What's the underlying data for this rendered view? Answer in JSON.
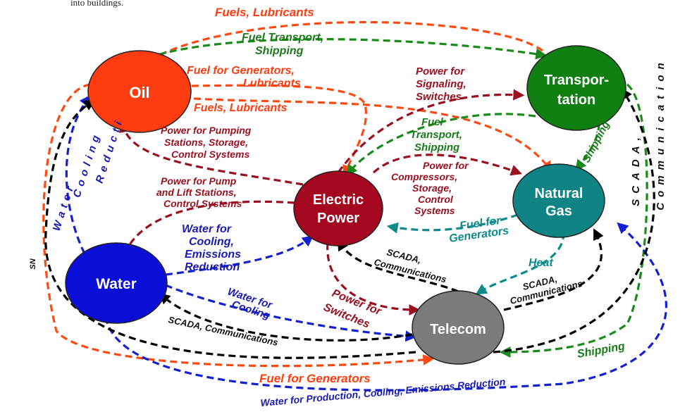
{
  "header_fragment": "into buildings.",
  "colors": {
    "oil": "#ff3b10",
    "transportation": "#0f7f12",
    "natural_gas": "#108484",
    "electric": "#a3061e",
    "water": "#0a0ed6",
    "telecom": "#7b7b7b",
    "oil_line": "#ff4a12",
    "green_line": "#1a8a1a",
    "teal_line": "#0f8a8a",
    "maroon_line": "#9a1020",
    "blue_line": "#1220d0",
    "black_line": "#000000"
  },
  "nodes": {
    "oil": "Oil",
    "transportation_line1": "Transpor-",
    "transportation_line2": "tation",
    "natural_gas_line1": "Natural",
    "natural_gas_line2": "Gas",
    "electric_line1": "Electric",
    "electric_line2": "Power",
    "water": "Water",
    "telecom": "Telecom"
  },
  "labels": {
    "fuels_lubricants_top": "Fuels, Lubricants",
    "fuel_transport_shipping_1": "Fuel Transport,",
    "fuel_transport_shipping_2": "Shipping",
    "fuel_generators_lubricants_1": "Fuel for Generators,",
    "fuel_generators_lubricants_2": "Lubricants",
    "power_signaling_1": "Power for",
    "power_signaling_2": "Signaling,",
    "power_signaling_3": "Switches",
    "fuels_lubricants_mid": "Fuels, Lubricants",
    "power_pumping_1": "Power for Pumping",
    "power_pumping_2": "Stations, Storage,",
    "power_pumping_3": "Control Systems",
    "fuel_transport_mid_1": "Fuel",
    "fuel_transport_mid_2": "Transport,",
    "fuel_transport_mid_3": "Shipping",
    "shipping_right": "Shipping",
    "power_compressors_1": "Power for",
    "power_compressors_2": "Compressors,",
    "power_compressors_3": "Storage,",
    "power_compressors_4": "Control",
    "power_compressors_5": "Systems",
    "power_pump_lift_1": "Power for Pump",
    "power_pump_lift_2": "and Lift Stations,",
    "power_pump_lift_3": "Control Systems",
    "water_cooling_emissions_1": "Water for",
    "water_cooling_emissions_2": "Cooling,",
    "water_cooling_emissions_3": "Emissions",
    "water_cooling_emissions_4": "Reduction",
    "fuel_generators_right_1": "Fuel for",
    "fuel_generators_right_2": "Generators",
    "scada_center_1": "SCADA,",
    "scada_center_2": "Communications",
    "heat": "Heat",
    "scada_right_1": "SCADA,",
    "scada_right_2": "Communications",
    "water_cooling_lower_1": "Water for",
    "water_cooling_lower_2": "Cooling",
    "power_switches_1": "Power for",
    "power_switches_2": "Switches",
    "scada_lower": "SCADA, Communications",
    "shipping_bottom": "Shipping",
    "fuel_generators_bottom": "Fuel for Generators",
    "water_production": "Water for Production, Cooling, Emissions Reduction",
    "left_vertical_1": "Water",
    "left_vertical_2": "Cooling",
    "left_vertical_3": "Reducti",
    "left_edge_mark": "SN",
    "right_vertical_1": "SCADA,",
    "right_vertical_2": "Communication"
  }
}
